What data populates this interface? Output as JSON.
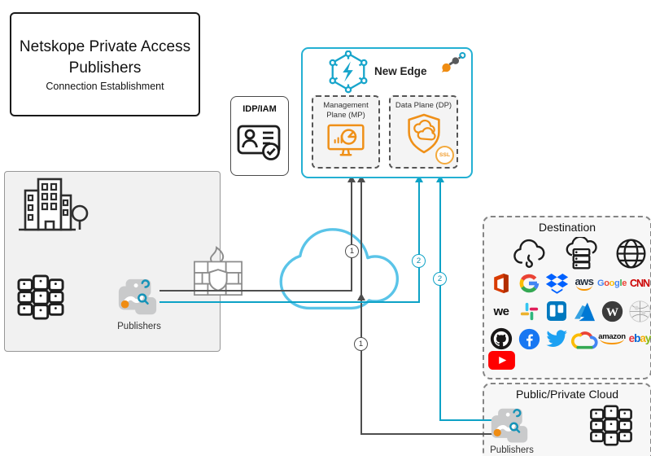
{
  "diagram": {
    "title": "Netskope Private Access Publishers",
    "subtitle": "Connection Establishment"
  },
  "idp": {
    "label": "IDP/IAM"
  },
  "new_edge": {
    "label": "New Edge",
    "management_plane_label": "Management Plane (MP)",
    "data_plane_label": "Data Plane (DP)",
    "ssl_badge": "SSL"
  },
  "enterprise_site": {
    "publishers_label": "Publishers"
  },
  "public_private_cloud": {
    "title": "Public/Private Cloud",
    "publishers_label": "Publishers"
  },
  "markers": {
    "one": "1",
    "two": "2"
  },
  "destination": {
    "title": "Destination",
    "rows": [
      [
        "cloud-arrow",
        "cloud-server",
        "globe"
      ],
      [
        "office",
        "google-g",
        "dropbox",
        "aws",
        "google",
        "cnn"
      ],
      [
        "wework",
        "slack",
        "trello",
        "azure",
        "wordpress",
        "wikipedia"
      ],
      [
        "github",
        "facebook",
        "twitter",
        "google-cloud",
        "amazon",
        "ebay"
      ],
      [
        "youtube"
      ]
    ],
    "logo_text": {
      "aws": "aws",
      "cnn": "CNN",
      "wework": "we",
      "amazon": "amazon"
    },
    "logo_letters": {
      "google": [
        [
          "G",
          "#4285f4"
        ],
        [
          "o",
          "#ea4335"
        ],
        [
          "o",
          "#fbbc05"
        ],
        [
          "g",
          "#4285f4"
        ],
        [
          "l",
          "#34a853"
        ],
        [
          "e",
          "#ea4335"
        ]
      ],
      "ebay": [
        [
          "e",
          "#e53238"
        ],
        [
          "b",
          "#0064d2"
        ],
        [
          "a",
          "#f5af02"
        ],
        [
          "y",
          "#86b817"
        ]
      ]
    }
  },
  "colors": {
    "teal_accent": "#24b0d3",
    "teal_line": "#0da2c6",
    "cloud_teal": "#5ac4e8",
    "orange_accent": "#ef9018",
    "dark_line": "#4e4e4e"
  }
}
